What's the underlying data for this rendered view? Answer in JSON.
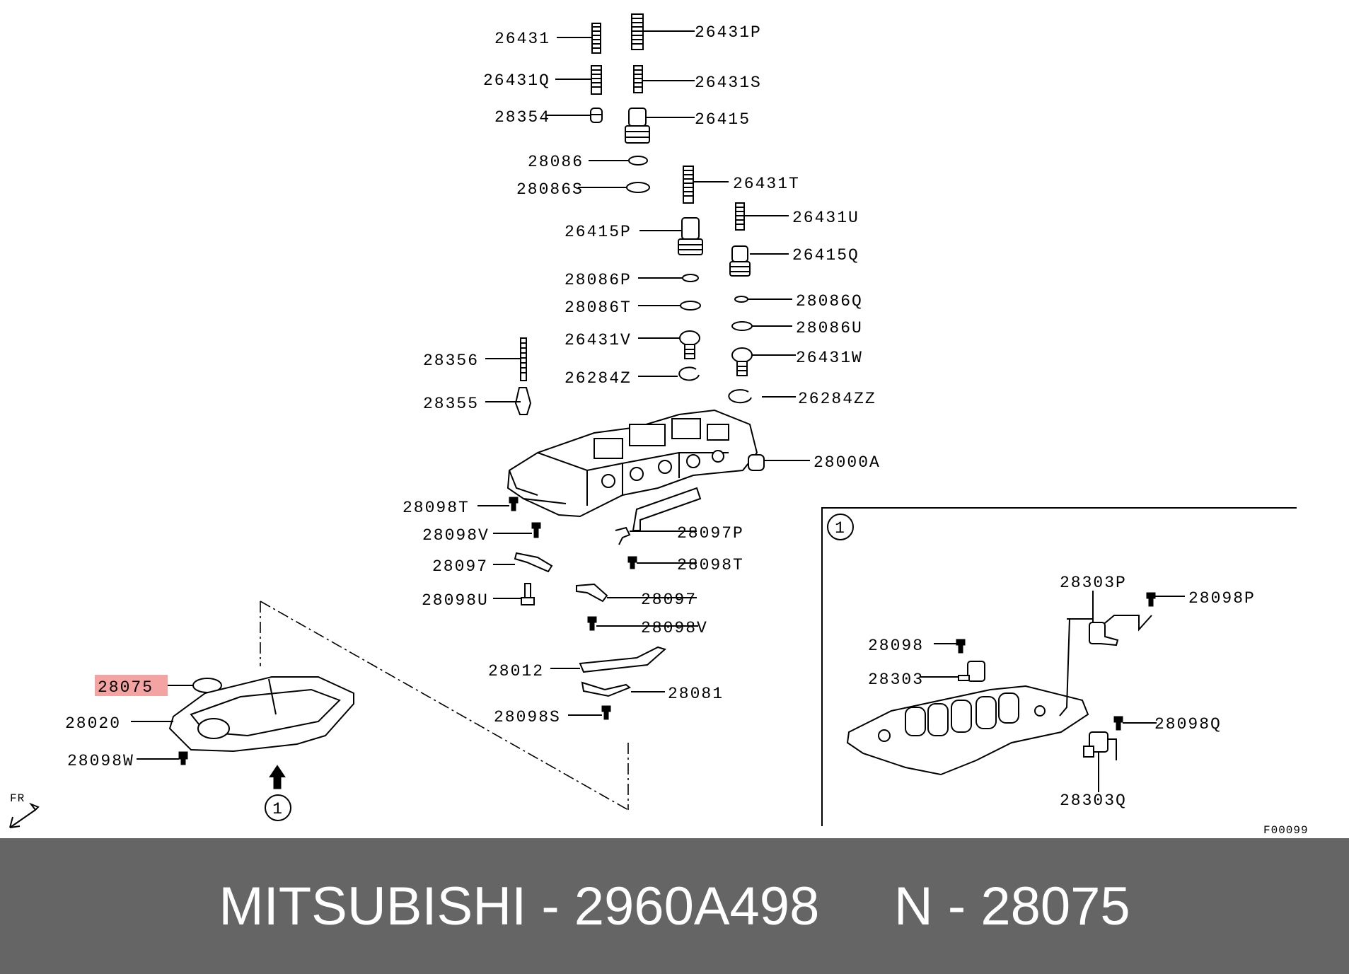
{
  "labels": {
    "l_26431": "26431",
    "l_26431P": "26431P",
    "l_26431Q": "26431Q",
    "l_26431S": "26431S",
    "l_28354": "28354",
    "l_26415": "26415",
    "l_28086": "28086",
    "l_28086S": "28086S",
    "l_26431T": "26431T",
    "l_26431U": "26431U",
    "l_26415P": "26415P",
    "l_26415Q": "26415Q",
    "l_28086P": "28086P",
    "l_28086Q": "28086Q",
    "l_28086T": "28086T",
    "l_28086U": "28086U",
    "l_26431V": "26431V",
    "l_26431W": "26431W",
    "l_28356": "28356",
    "l_26284Z": "26284Z",
    "l_26284ZZ": "26284ZZ",
    "l_28355": "28355",
    "l_28000A": "28000A",
    "l_28098T_a": "28098T",
    "l_28098V_a": "28098V",
    "l_28097P": "28097P",
    "l_28097_a": "28097",
    "l_28098T_b": "28098T",
    "l_28098U": "28098U",
    "l_28097_b": "28097",
    "l_28098V_b": "28098V",
    "l_28012": "28012",
    "l_28081": "28081",
    "l_28098S": "28098S",
    "l_28075": "28075",
    "l_28020": "28020",
    "l_28098W": "28098W",
    "l_28303P": "28303P",
    "l_28098P": "28098P",
    "l_28098": "28098",
    "l_28303": "28303",
    "l_28098Q": "28098Q",
    "l_28303Q": "28303Q"
  },
  "callout_ref": "1",
  "inset_ref": "1",
  "front_indicator": "FR",
  "figure_code": "F00099",
  "highlight_color": "#f4a3a3",
  "footer": {
    "text": "MITSUBISHI - 2960A498     N - 28075",
    "background": "#656565",
    "color": "#ffffff"
  }
}
